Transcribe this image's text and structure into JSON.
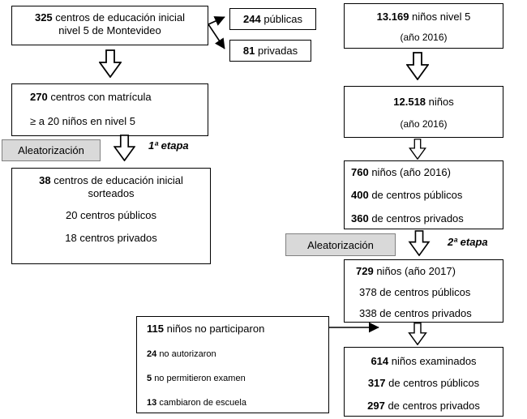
{
  "left": {
    "centros_total": {
      "num": "325",
      "rest": "centros de educación inicial",
      "line2": "nivel 5 de Montevideo"
    },
    "publicas": {
      "num": "244",
      "rest": "públicas"
    },
    "privadas": {
      "num": "81",
      "rest": "privadas"
    },
    "matricula": {
      "num": "270",
      "rest": "centros con matrícula",
      "line2": "≥ a 20 niños en nivel 5"
    },
    "aleatorizacion_label": "Aleatorización",
    "etapa_label": "1ª etapa",
    "sorteados": {
      "num": "38",
      "rest": "centros de educación inicial",
      "line2": "sorteados",
      "publicos": "20 centros públicos",
      "privados": "18 centros privados"
    }
  },
  "right": {
    "ninos_total": {
      "num": "13.169",
      "rest": "niños nivel 5",
      "line2": "(año 2016)"
    },
    "ninos_matricula": {
      "num": "12.518",
      "rest": "niños",
      "line2": "(año 2016)"
    },
    "ninos_sorteados": {
      "num": "760",
      "rest": "niños (año 2016)",
      "publicos_num": "400",
      "publicos_rest": "de centros públicos",
      "privados_num": "360",
      "privados_rest": "de centros privados"
    },
    "aleatorizacion_label": "Aleatorización",
    "etapa_label": "2ª etapa",
    "ninos_2017": {
      "num": "729",
      "rest": "niños (año 2017)",
      "publicos": "378 de centros públicos",
      "privados": "338 de centros privados"
    },
    "examinados": {
      "num": "614",
      "rest": "niños examinados",
      "publicos_num": "317",
      "publicos_rest": "de centros públicos",
      "privados_num": "297",
      "privados_rest": "de centros privados"
    }
  },
  "exclusiones": {
    "num": "115",
    "rest": "niños no participaron",
    "items": [
      {
        "num": "24",
        "rest": "no autorizaron"
      },
      {
        "num": "5",
        "rest": "no permitieron examen"
      },
      {
        "num": "13",
        "rest": "cambiaron de escuela"
      }
    ]
  },
  "colors": {
    "box_border": "#000000",
    "label_bg": "#d9d9d9",
    "label_border": "#808080"
  }
}
